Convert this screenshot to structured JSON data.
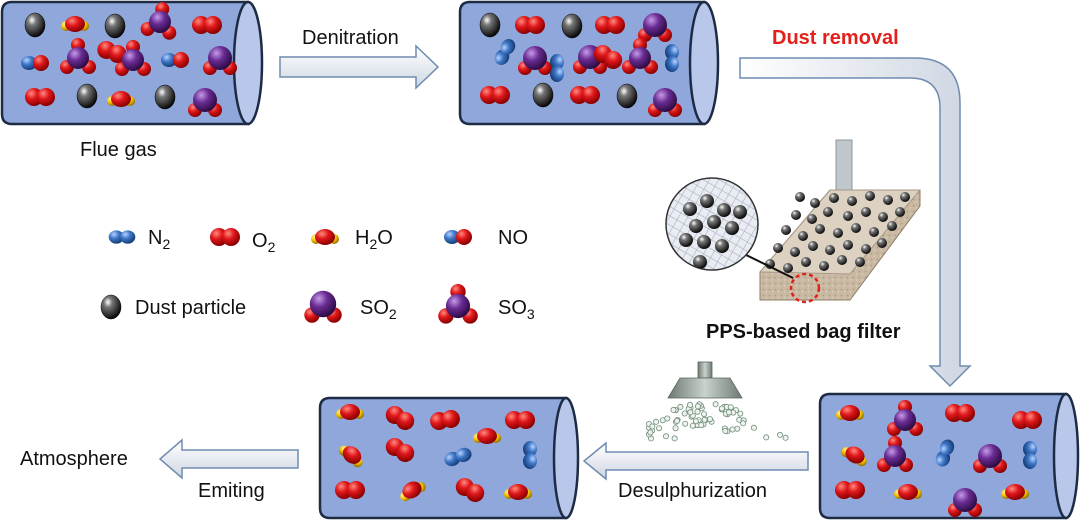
{
  "stages": {
    "flue_gas": "Flue gas",
    "denitration": "Denitration",
    "dust_removal": "Dust removal",
    "bag_filter": "PPS-based bag filter",
    "desulphurization": "Desulphurization",
    "emiting": "Emiting",
    "atmosphere": "Atmosphere"
  },
  "legend": {
    "n2": {
      "base": "N",
      "sub": "2"
    },
    "o2": {
      "base": "O",
      "sub": "2"
    },
    "h2o": {
      "pre": "H",
      "sub": "2",
      "post": "O"
    },
    "no": "NO",
    "dust": "Dust particle",
    "so2": {
      "base": "SO",
      "sub": "2"
    },
    "so3": {
      "base": "SO",
      "sub": "3"
    }
  },
  "colors": {
    "tube_fill": "#8fa7da",
    "tube_end": "#b8c7ea",
    "arrow_fill": "#e8ecf2",
    "arrow_stroke": "#6f8bb0",
    "dust_removal_text": "#e3201b",
    "n2": "#3f78c8",
    "o2": "#d81417",
    "h_atom": "#f4c400",
    "s_atom": "#6a2c93",
    "dust": "#1a1a1a"
  },
  "icons": [
    "n2-molecule-icon",
    "o2-molecule-icon",
    "h2o-molecule-icon",
    "no-molecule-icon",
    "dust-particle-icon",
    "so2-molecule-icon",
    "so3-molecule-icon",
    "spray-nozzle-icon",
    "magnifier-icon"
  ]
}
